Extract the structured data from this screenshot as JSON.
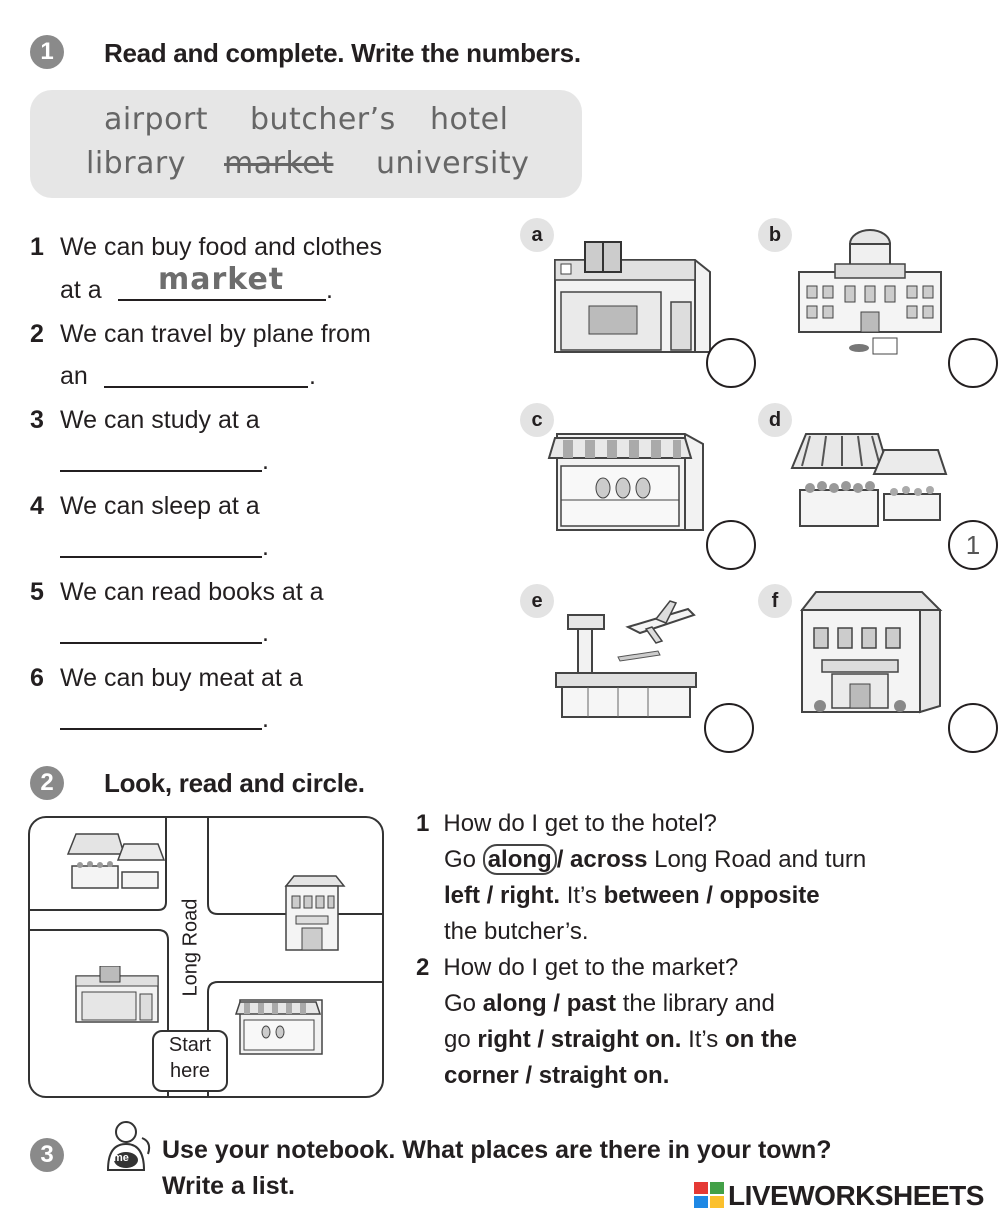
{
  "ex1": {
    "number": "1",
    "title": "Read and complete. Write the numbers.",
    "words": [
      "airport",
      "butcher’s",
      "hotel",
      "library",
      "market",
      "university"
    ],
    "crossed_word": "market",
    "questions": [
      {
        "num": "1",
        "line1": "We can buy food and clothes",
        "line2_prefix": "at a",
        "answer": "market"
      },
      {
        "num": "2",
        "line1": "We can travel by plane from",
        "line2_prefix": "an",
        "answer": ""
      },
      {
        "num": "3",
        "line1": "We can study at a",
        "line2_prefix": "",
        "answer": ""
      },
      {
        "num": "4",
        "line1": "We can sleep at a",
        "line2_prefix": "",
        "answer": ""
      },
      {
        "num": "5",
        "line1": "We can read books at a",
        "line2_prefix": "",
        "answer": ""
      },
      {
        "num": "6",
        "line1": "We can buy meat at a",
        "line2_prefix": "",
        "answer": ""
      }
    ],
    "pictures": [
      {
        "letter": "a",
        "depicts": "library-building",
        "number": ""
      },
      {
        "letter": "b",
        "depicts": "university-building",
        "number": ""
      },
      {
        "letter": "c",
        "depicts": "butchers-shop",
        "number": ""
      },
      {
        "letter": "d",
        "depicts": "market-stalls",
        "number": "1"
      },
      {
        "letter": "e",
        "depicts": "airport-with-plane",
        "number": ""
      },
      {
        "letter": "f",
        "depicts": "hotel-building",
        "number": ""
      }
    ]
  },
  "ex2": {
    "number": "2",
    "title": "Look, read and circle.",
    "map": {
      "road_label": "Long Road",
      "start_label_1": "Start",
      "start_label_2": "here"
    },
    "q1": {
      "num": "1",
      "question": "How do I get to the hotel?",
      "go": "Go",
      "opt_a1": "along",
      "slash": "/",
      "opt_a2": "across",
      "t1": "Long Road and turn",
      "opt_b1": "left",
      "opt_b2": "right.",
      "t2": "It’s",
      "opt_c1": "between",
      "opt_c2": "opposite",
      "t3": "the butcher’s."
    },
    "q2": {
      "num": "2",
      "question": "How do I get to the market?",
      "go": "Go",
      "opt_a1": "along",
      "opt_a2": "past",
      "t1": "the library and",
      "go2": "go",
      "opt_b1": "right",
      "opt_b2": "straight on.",
      "t2": "It’s",
      "opt_c1": "on the",
      "opt_c1b": "corner",
      "opt_c2": "straight on."
    }
  },
  "ex3": {
    "number": "3",
    "icon_label": "me",
    "line1": "Use your notebook. What places are there in your town?",
    "line2": "Write a list."
  },
  "footer": {
    "brand": "LIVEWORKSHEETS"
  }
}
